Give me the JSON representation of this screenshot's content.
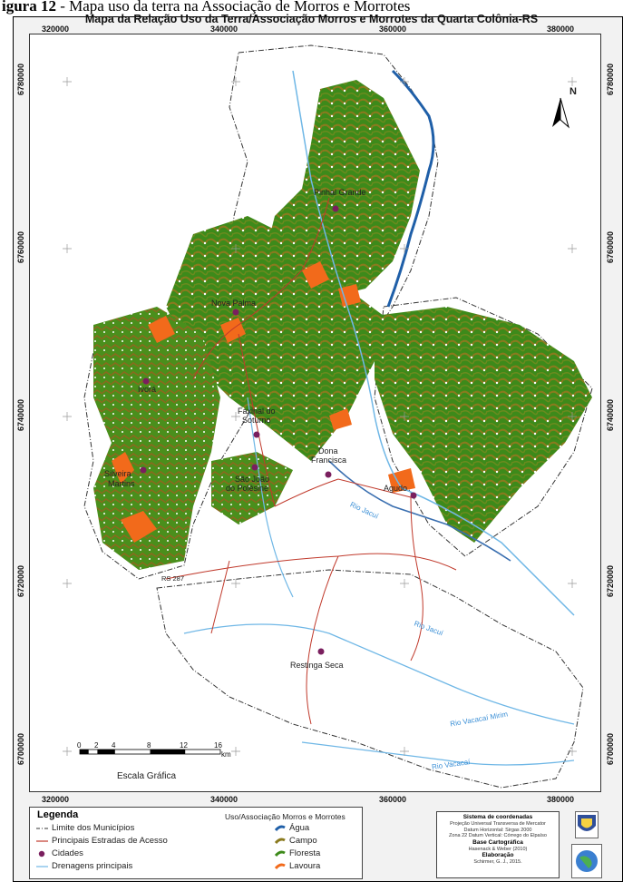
{
  "caption": {
    "prefix": "igura 12",
    "text": " - Mapa uso da terra na Associação de Morros e Morrotes"
  },
  "map": {
    "title": "Mapa da Relação Uso da Terra/Associação Morros e Morrotes da Quarta Colônia-RS",
    "x_ticks": [
      "320000",
      "340000",
      "360000",
      "380000"
    ],
    "y_ticks": [
      "6780000",
      "6760000",
      "6740000",
      "6720000",
      "6700000"
    ],
    "north_label": "N",
    "places": {
      "pinhal_grande": "Pinhal Grande",
      "nova_palma": "Nova Palma",
      "ivora": "Ivorá",
      "faxinal_line1": "Faxinal do",
      "faxinal_line2": "Soturno",
      "dona_line1": "Dona",
      "dona_line2": "Francisca",
      "silveira_line1": "Silveira",
      "silveira_line2": "Martins",
      "sao_joao_line1": "São João",
      "sao_joao_line2": "do Polêsine",
      "agudo": "Agudo",
      "restinga_seca": "Restinga Seca",
      "rs287": "RS 287"
    },
    "rivers": {
      "jacui_a": "Rio Jacuí",
      "jacui_b": "Rio Jacuí",
      "vacacai_mirim": "Rio Vacacaí Mirim",
      "vacacai": "Rio Vacacaí"
    },
    "scale": {
      "ticks": [
        "0",
        "2",
        "4",
        "8",
        "12",
        "16"
      ],
      "unit": "km",
      "caption": "Escala Gráfica"
    }
  },
  "legend": {
    "title": "Legenda",
    "items": {
      "limite": "Limite dos Municípios",
      "estradas": "Principais Estradas de Acesso",
      "cidades": "Cidades",
      "drenagens": "Drenagens principais"
    },
    "uso_title": "Uso/Associação Morros e Morrotes",
    "uso": [
      {
        "label": "Água",
        "color": "#1f5fa8"
      },
      {
        "label": "Campo",
        "color": "#8a7a1e"
      },
      {
        "label": "Floresta",
        "color": "#3d8a1a"
      },
      {
        "label": "Lavoura",
        "color": "#f26a1b"
      }
    ]
  },
  "coord": {
    "h1": "Sistema de coordenadas",
    "l1": "Projeção Universal Transversa de Mercator",
    "l2": "Datum Horizontal: Sirgas 2000",
    "l3": "Zona 22  Datum Vertical: Córrego do Elpaíso",
    "h2": "Base Cartográfica",
    "l4": "Hasenack & Weber (2010)",
    "h3": "Elaboração",
    "l5": "Schirmer, G. J., 2015."
  },
  "colors": {
    "floresta": "#3d8a1a",
    "campo": "#8a7a1e",
    "lavoura": "#f26a1b",
    "agua": "#1f5fa8",
    "drenagem": "#6fb7e6",
    "estrada": "#c0392b",
    "cidade": "#7a1f5e"
  }
}
